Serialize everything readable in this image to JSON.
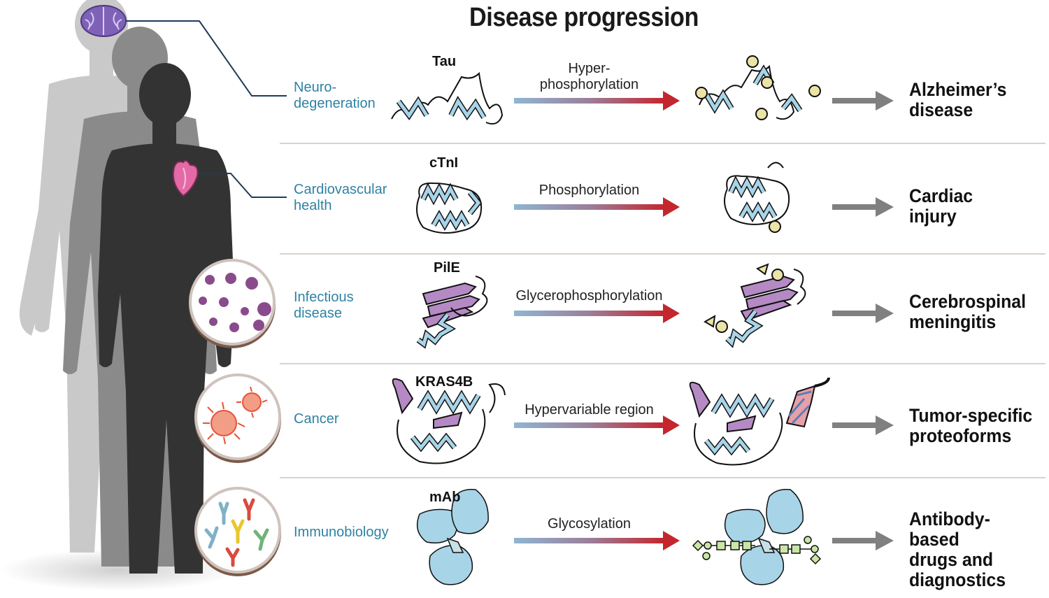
{
  "title": "Disease progression",
  "rows": [
    {
      "category": "Neuro-\ndegeneration",
      "protein": "Tau",
      "process": "Hyper-\nphosphorylation",
      "outcome": "Alzheimer’s\ndisease"
    },
    {
      "category": "Cardiovascular\nhealth",
      "protein": "cTnI",
      "process": "Phosphorylation",
      "outcome": "Cardiac\ninjury"
    },
    {
      "category": "Infectious\ndisease",
      "protein": "PilE",
      "process": "Glycerophosphorylation",
      "outcome": "Cerebrospinal\nmeningitis"
    },
    {
      "category": "Cancer",
      "protein": "KRAS4B",
      "process": "Hypervariable region",
      "outcome": "Tumor-specific\nproteoforms"
    },
    {
      "category": "Immunobiology",
      "protein": "mAb",
      "process": "Glycosylation",
      "outcome": "Antibody-based\ndrugs and\ndiagnostics"
    }
  ],
  "colors": {
    "category_text": "#2f82a3",
    "ribbon": "#a8d4e8",
    "sheet": "#b58ac4",
    "modification": "#ece3a6",
    "arrow_start": "#8fb6d3",
    "arrow_end": "#c4262e",
    "outcome_arrow": "#808080"
  }
}
